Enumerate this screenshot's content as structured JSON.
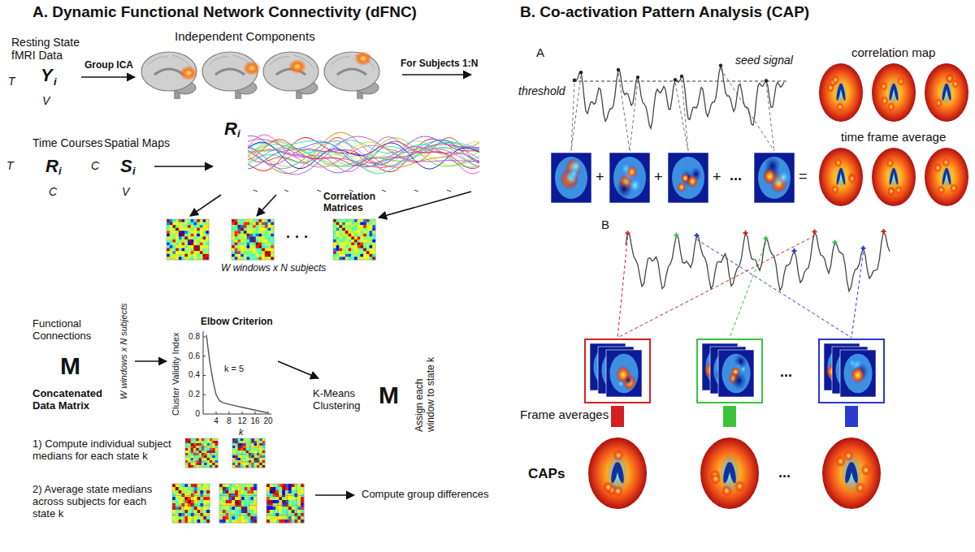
{
  "diagram": {
    "labels": [
      "A. Dynamic Functional Network Connectivity (dFNC)",
      "Resting State fMRI Data",
      "T",
      "Y",
      "i",
      "V",
      "Group ICA",
      "Independent Components",
      "For Subjects 1:N",
      "Time Courses",
      "T",
      "R",
      "i",
      "C",
      "Spatial Maps",
      "C",
      "S",
      "i",
      "V",
      "R",
      "i",
      "Correlation Matrices",
      "· · ·",
      "W windows x N subjects",
      "Functional Connections",
      "M",
      "Concatenated Data Matrix",
      "W windows x N subjects",
      "Elbow Criterion",
      "Cluster Validity Index",
      "0.8",
      "0.6",
      "0.4",
      "0.2",
      "0",
      "4",
      "8",
      "12",
      "16",
      "20",
      "k",
      "k = 5",
      "K-Means Clustering",
      "M",
      "Assign each window to state k",
      "1) Compute individual subject medians for each state k",
      "2) Average state medians across subjects for each state k",
      "Compute group differences",
      "B. Co-activation Pattern Analysis (CAP)",
      "A",
      "seed signal",
      "threshold",
      "correlation map",
      "time frame average",
      "+",
      "+",
      "+",
      "...",
      "=",
      "B",
      "...",
      "Frame averages",
      "...",
      "CAPs"
    ]
  }
}
